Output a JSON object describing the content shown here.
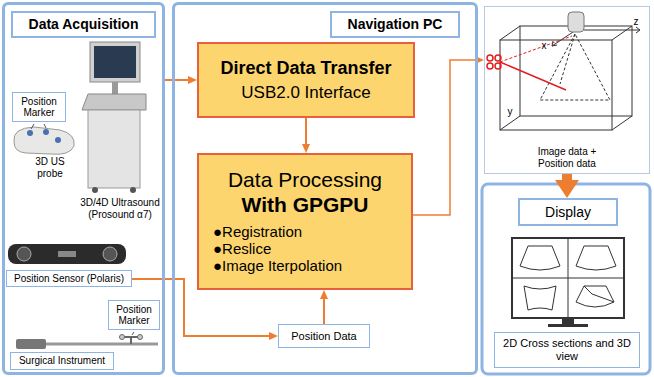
{
  "diagram": {
    "nodes": [
      {
        "text": [
          "Data Acquisition"
        ]
      },
      {
        "text": [
          "Position Marker"
        ],
        "in": 0
      },
      {
        "text": [
          "Position Sensor (Polaris)"
        ],
        "in": 0
      },
      {
        "text": [
          "Position Marker"
        ],
        "in": 0
      },
      {
        "text": [
          "Surgical Instrument"
        ],
        "in": 0
      },
      {
        "text": [
          "Navigation PC"
        ]
      },
      {
        "text": [
          "Direct Data Transfer",
          "USB2.0 Interface"
        ],
        "in": 5
      },
      {
        "text": [
          "Data Processing",
          "With GPGPU",
          "●Registration",
          "●Reslice",
          "●Image Iterpolation"
        ],
        "in": 5
      },
      {
        "text": [
          "Position Data"
        ],
        "in": 5
      },
      {
        "text": [
          "Image data + Position data"
        ]
      },
      {
        "text": [
          "Display"
        ]
      },
      {
        "text": [
          "2D Cross sections and 3D view"
        ]
      }
    ],
    "edges": [
      {
        "from": 0,
        "to": 6,
        "arrow": "to"
      },
      {
        "from": 6,
        "to": 7,
        "arrow": "to"
      },
      {
        "from": 2,
        "to": 8,
        "arrow": "to"
      },
      {
        "from": 8,
        "to": 7,
        "arrow": "to"
      },
      {
        "from": 7,
        "to": 9,
        "arrow": "to"
      },
      {
        "from": 9,
        "to": 10,
        "arrow": "to"
      }
    ],
    "labels": [
      "3D US probe",
      "3D/4D Ultrasound (Prosound α7)",
      "z",
      "x",
      "y"
    ]
  }
}
